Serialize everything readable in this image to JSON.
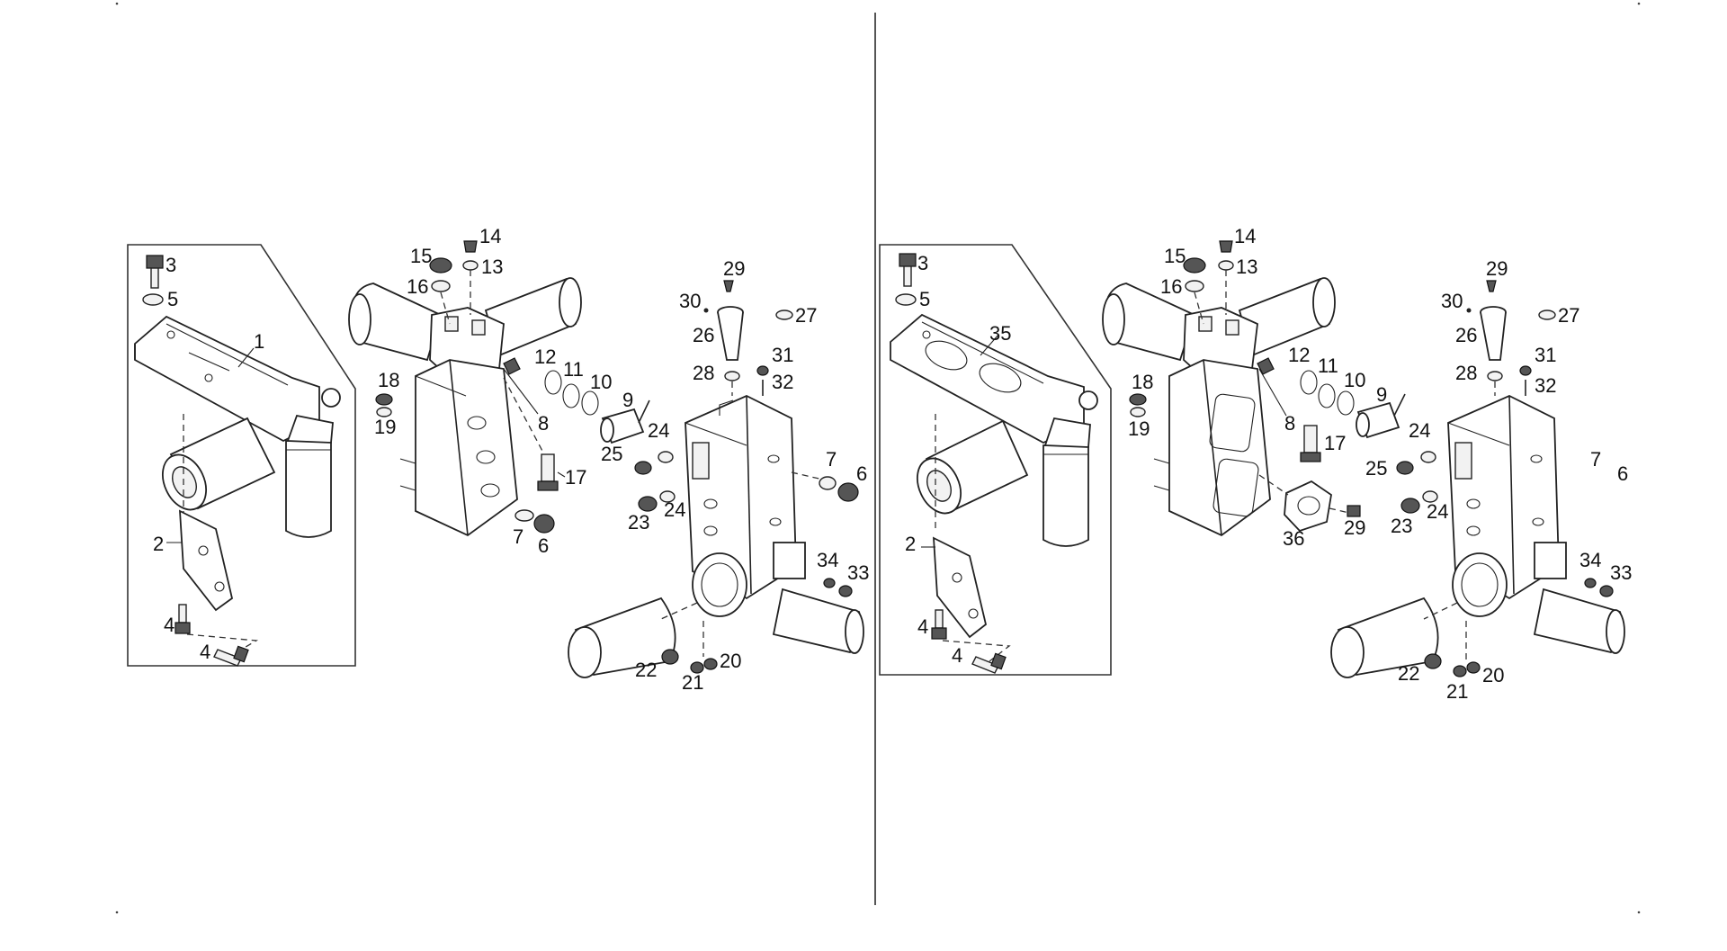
{
  "left_view": {
    "callouts": [
      {
        "id": "l-1",
        "text": "1"
      },
      {
        "id": "l-2",
        "text": "2"
      },
      {
        "id": "l-3",
        "text": "3"
      },
      {
        "id": "l-4a",
        "text": "4"
      },
      {
        "id": "l-4b",
        "text": "4"
      },
      {
        "id": "l-5",
        "text": "5"
      },
      {
        "id": "l-6a",
        "text": "6"
      },
      {
        "id": "l-6b",
        "text": "6"
      },
      {
        "id": "l-7a",
        "text": "7"
      },
      {
        "id": "l-7b",
        "text": "7"
      },
      {
        "id": "l-8",
        "text": "8"
      },
      {
        "id": "l-9",
        "text": "9"
      },
      {
        "id": "l-10",
        "text": "10"
      },
      {
        "id": "l-11",
        "text": "11"
      },
      {
        "id": "l-12",
        "text": "12"
      },
      {
        "id": "l-13",
        "text": "13"
      },
      {
        "id": "l-14",
        "text": "14"
      },
      {
        "id": "l-15",
        "text": "15"
      },
      {
        "id": "l-16",
        "text": "16"
      },
      {
        "id": "l-17",
        "text": "17"
      },
      {
        "id": "l-18",
        "text": "18"
      },
      {
        "id": "l-19",
        "text": "19"
      },
      {
        "id": "l-20",
        "text": "20"
      },
      {
        "id": "l-21",
        "text": "21"
      },
      {
        "id": "l-22",
        "text": "22"
      },
      {
        "id": "l-23",
        "text": "23"
      },
      {
        "id": "l-24a",
        "text": "24"
      },
      {
        "id": "l-24b",
        "text": "24"
      },
      {
        "id": "l-25",
        "text": "25"
      },
      {
        "id": "l-26",
        "text": "26"
      },
      {
        "id": "l-27",
        "text": "27"
      },
      {
        "id": "l-28",
        "text": "28"
      },
      {
        "id": "l-29",
        "text": "29"
      },
      {
        "id": "l-30",
        "text": "30"
      },
      {
        "id": "l-31",
        "text": "31"
      },
      {
        "id": "l-32",
        "text": "32"
      },
      {
        "id": "l-33",
        "text": "33"
      },
      {
        "id": "l-34",
        "text": "34"
      }
    ]
  },
  "right_view": {
    "callouts": [
      {
        "id": "r-2",
        "text": "2"
      },
      {
        "id": "r-3",
        "text": "3"
      },
      {
        "id": "r-4a",
        "text": "4"
      },
      {
        "id": "r-4b",
        "text": "4"
      },
      {
        "id": "r-5",
        "text": "5"
      },
      {
        "id": "r-6",
        "text": "6"
      },
      {
        "id": "r-7",
        "text": "7"
      },
      {
        "id": "r-8",
        "text": "8"
      },
      {
        "id": "r-9",
        "text": "9"
      },
      {
        "id": "r-10",
        "text": "10"
      },
      {
        "id": "r-11",
        "text": "11"
      },
      {
        "id": "r-12",
        "text": "12"
      },
      {
        "id": "r-13",
        "text": "13"
      },
      {
        "id": "r-14",
        "text": "14"
      },
      {
        "id": "r-15",
        "text": "15"
      },
      {
        "id": "r-16",
        "text": "16"
      },
      {
        "id": "r-17",
        "text": "17"
      },
      {
        "id": "r-18",
        "text": "18"
      },
      {
        "id": "r-19",
        "text": "19"
      },
      {
        "id": "r-20",
        "text": "20"
      },
      {
        "id": "r-21",
        "text": "21"
      },
      {
        "id": "r-22",
        "text": "22"
      },
      {
        "id": "r-23",
        "text": "23"
      },
      {
        "id": "r-24a",
        "text": "24"
      },
      {
        "id": "r-24b",
        "text": "24"
      },
      {
        "id": "r-25",
        "text": "25"
      },
      {
        "id": "r-26",
        "text": "26"
      },
      {
        "id": "r-27",
        "text": "27"
      },
      {
        "id": "r-28",
        "text": "28"
      },
      {
        "id": "r-29a",
        "text": "29"
      },
      {
        "id": "r-29b",
        "text": "29"
      },
      {
        "id": "r-30",
        "text": "30"
      },
      {
        "id": "r-31",
        "text": "31"
      },
      {
        "id": "r-32",
        "text": "32"
      },
      {
        "id": "r-33",
        "text": "33"
      },
      {
        "id": "r-34",
        "text": "34"
      },
      {
        "id": "r-35",
        "text": "35"
      },
      {
        "id": "r-36",
        "text": "36"
      }
    ]
  }
}
